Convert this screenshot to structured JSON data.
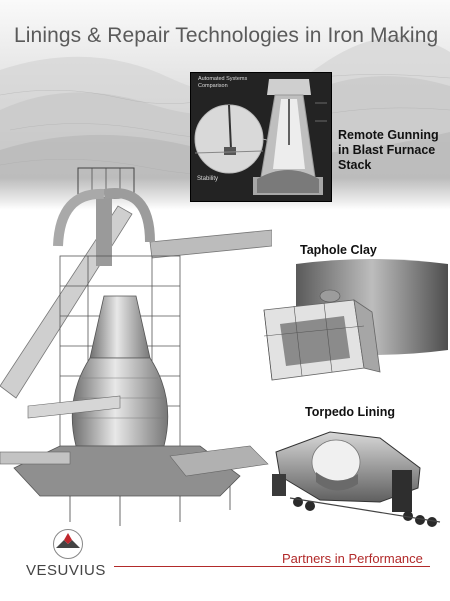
{
  "header": {
    "title": "Linings & Repair Technologies in Iron Making"
  },
  "inset": {
    "caption": "Automated Systems Comparison",
    "label": "Stability"
  },
  "products": [
    {
      "caption": "Remote Gunning in Blast Furnace Stack"
    },
    {
      "caption": "Taphole Clay"
    },
    {
      "caption": "Torpedo Lining"
    }
  ],
  "footer": {
    "brand": "VESUVIUS",
    "tagline": "Partners in Performance"
  },
  "colors": {
    "accent": "#b22a2a",
    "title_gray": "#5a5a5a"
  },
  "icons": [
    "vesuvius-logo-icon"
  ]
}
